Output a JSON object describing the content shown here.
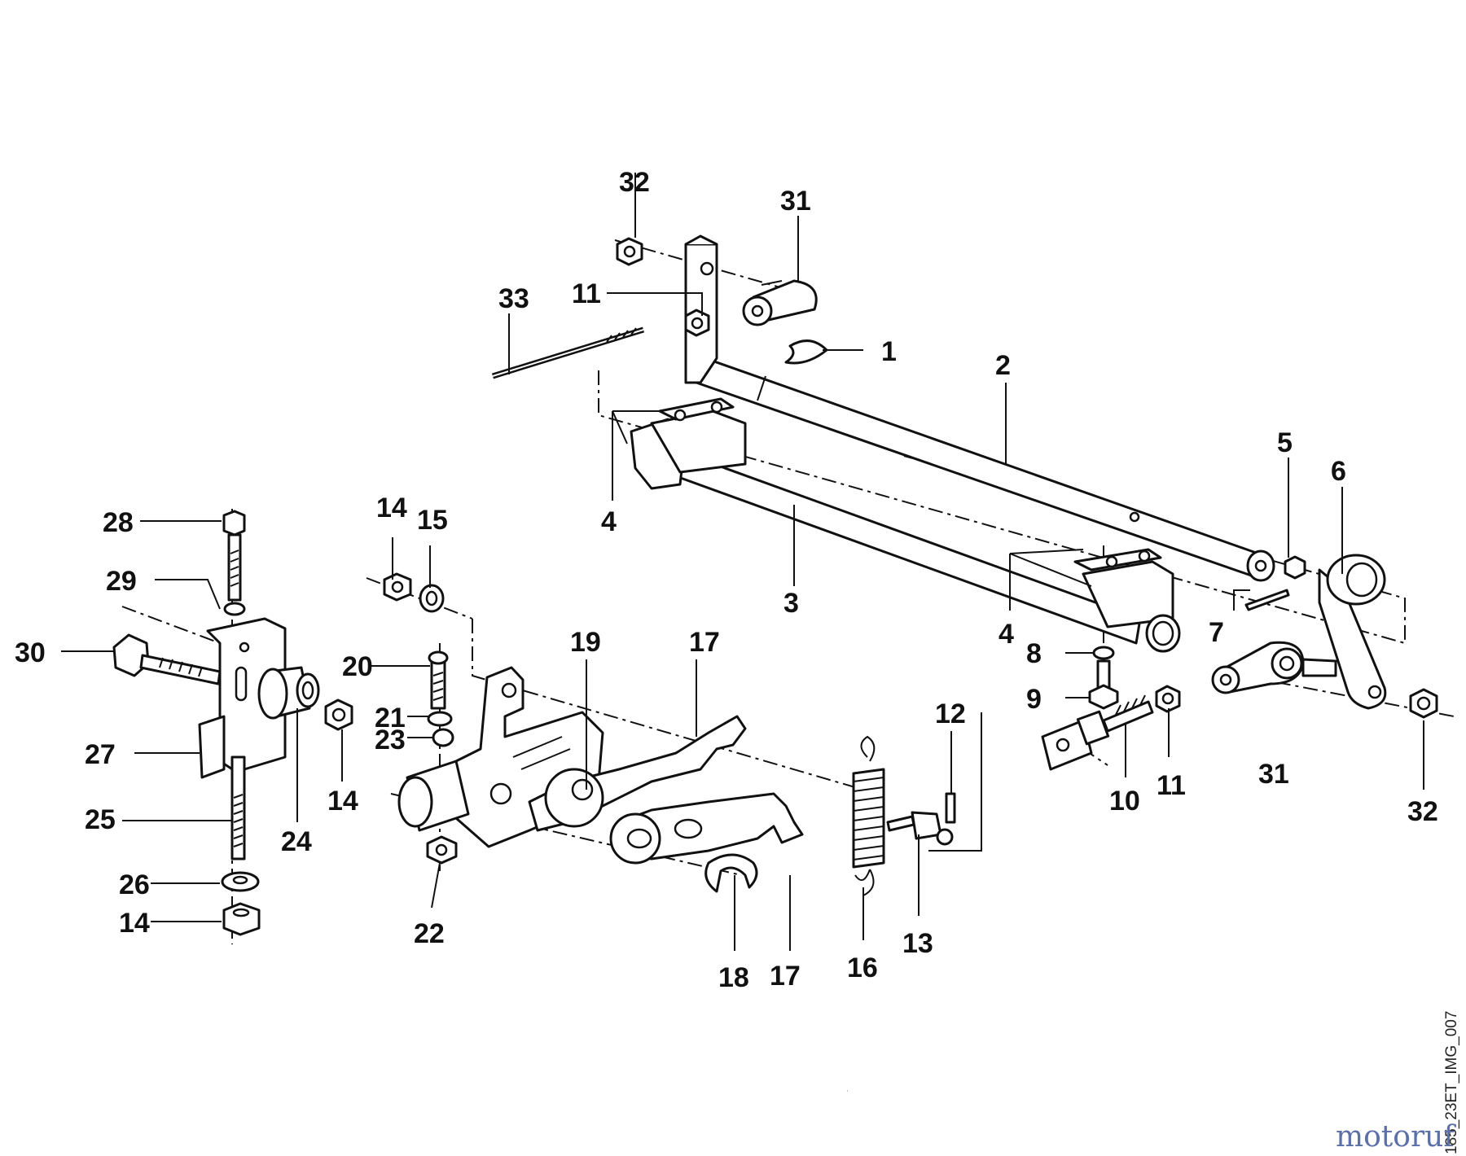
{
  "diagram": {
    "image_code": "185_23ET_IMG_007",
    "watermark": "motoruf",
    "colors": {
      "line": "#111111",
      "shade": "#bdbdbd",
      "watermark": "#5b6fa8",
      "background": "#ffffff"
    },
    "callouts": [
      "1",
      "2",
      "3",
      "4",
      "4",
      "5",
      "6",
      "7",
      "8",
      "9",
      "10",
      "11",
      "11",
      "12",
      "13",
      "14",
      "14",
      "14",
      "15",
      "16",
      "17",
      "17",
      "18",
      "19",
      "20",
      "21",
      "22",
      "23",
      "24",
      "25",
      "26",
      "27",
      "28",
      "29",
      "30",
      "31",
      "31",
      "32",
      "32",
      "33"
    ]
  }
}
